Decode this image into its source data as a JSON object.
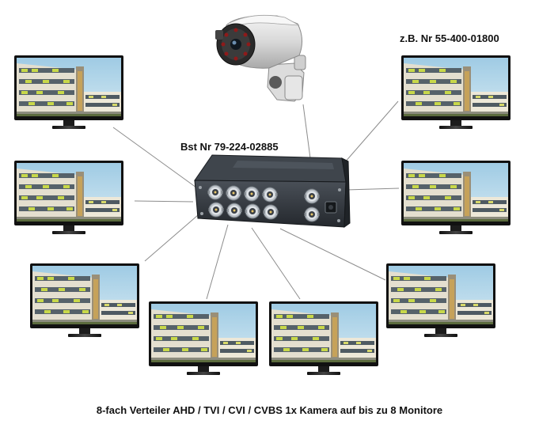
{
  "labels": {
    "camera_order_no": "z.B. Nr 55-400-01800",
    "splitter_order_no": "Bst Nr 79-224-02885",
    "caption": "8-fach Verteiler AHD / TVI / CVI / CVBS  1x Kamera auf bis zu 8 Monitore"
  },
  "icons": {
    "camera": "bullet-camera",
    "splitter": "video-distribution-amplifier",
    "monitor": "monitor"
  },
  "colors": {
    "background": "#ffffff",
    "connector_line": "#8c8c8c",
    "device_body": "#2f343a",
    "bnc_metal": "#c9ced3",
    "monitor_frame": "#111111",
    "sky": "#b9d8ea",
    "building": "#e5e0d0",
    "text": "#111111"
  },
  "monitor_count": 8
}
